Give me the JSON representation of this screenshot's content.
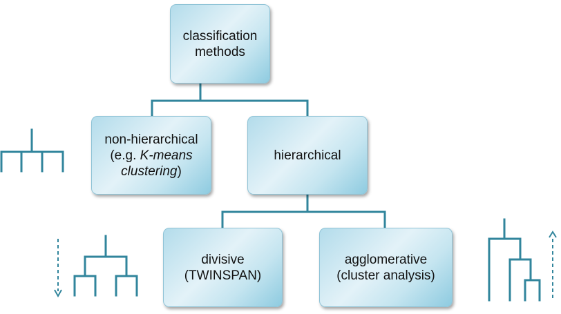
{
  "colors": {
    "connector": "#31859c",
    "node_border": "#8fc3d6",
    "node_fill_light": "#e3f2f8",
    "node_fill_dark": "#8ecbe0",
    "arrow": "#31859c"
  },
  "diagram": {
    "root": {
      "line1": "classification",
      "line2": "methods"
    },
    "non_hierarchical": {
      "line1": "non-hierarchical",
      "line2_prefix": "(e.g. ",
      "line2_italic": "K-means",
      "line3_italic": "clustering",
      "line3_suffix": ")"
    },
    "hierarchical": {
      "label": "hierarchical"
    },
    "divisive": {
      "line1": "divisive",
      "line2": "(TWINSPAN)"
    },
    "agglomerative": {
      "line1": "agglomerative",
      "line2": "(cluster analysis)"
    }
  },
  "icons": {
    "flat_tree": "flat-dendrogram-icon",
    "divisive_tree": "divisive-dendrogram-icon",
    "agglomerative_tree": "agglomerative-dendrogram-icon",
    "down_arrow": "dashed-down-arrow-icon",
    "up_arrow": "dashed-up-arrow-icon"
  }
}
